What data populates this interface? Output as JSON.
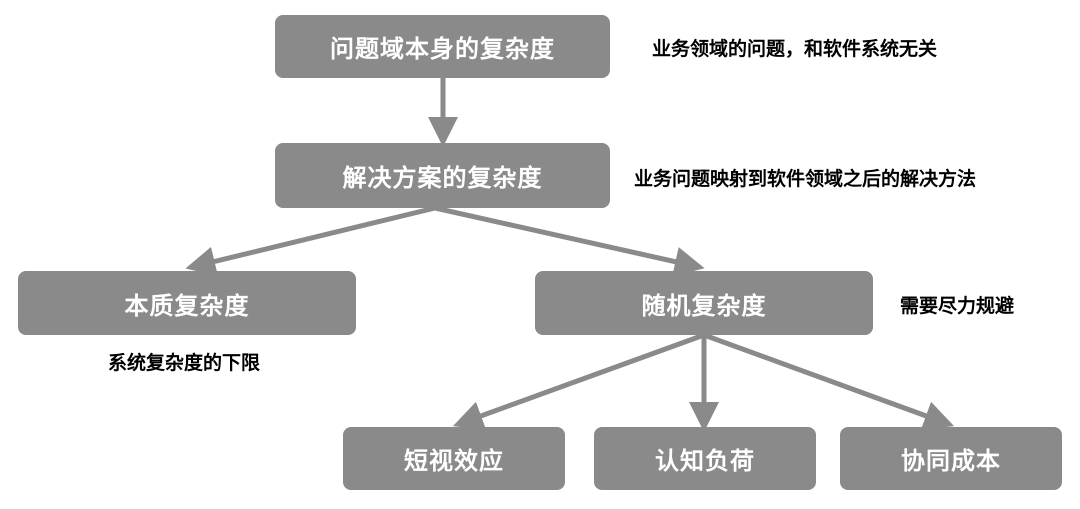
{
  "nodes": {
    "root": "问题域本身的复杂度",
    "solution": "解决方案的复杂度",
    "essential": "本质复杂度",
    "accidental": "随机复杂度",
    "shortsighted": "短视效应",
    "cognitive": "认知负荷",
    "coordination": "协同成本"
  },
  "notes": {
    "root": "业务领域的问题，和软件系统无关",
    "solution": "业务问题映射到软件领域之后的解决方法",
    "accidental": "需要尽力规避",
    "essential": "系统复杂度的下限"
  },
  "colors": {
    "node_fill": "#8a8a8a",
    "node_text": "#ffffff",
    "arrow": "#8a8a8a",
    "note_text": "#000000"
  }
}
